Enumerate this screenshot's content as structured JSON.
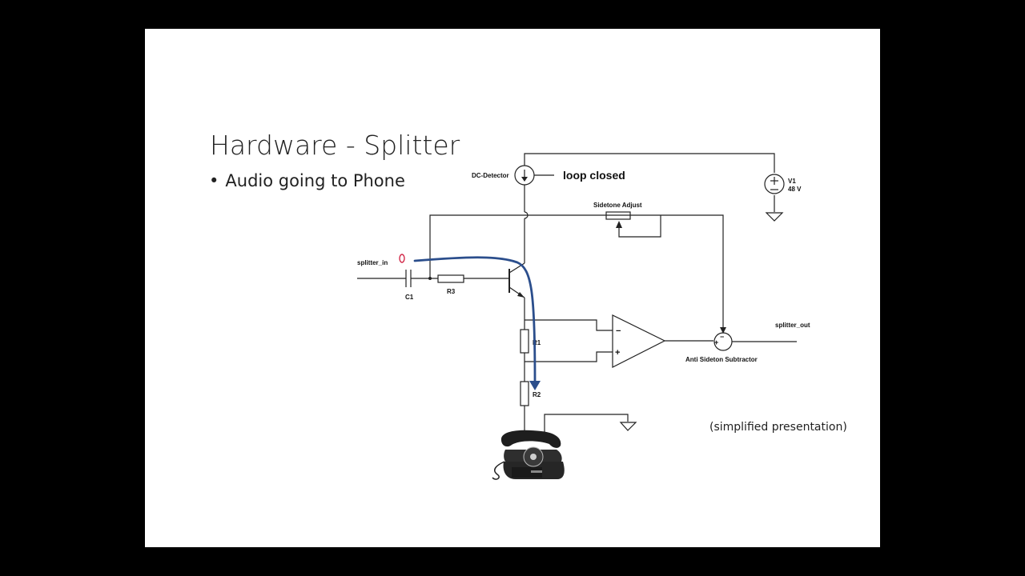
{
  "slide": {
    "title": "Hardware - Splitter",
    "bullet": "Audio going to Phone",
    "note": "(simplified presentation)"
  },
  "diagram": {
    "labels": {
      "dc_detector": "DC-Detector",
      "loop_closed": "loop closed",
      "v1": "V1",
      "v1_value": "48 V",
      "sidetone_adjust": "Sidetone Adjust",
      "splitter_in": "splitter_in",
      "splitter_out": "splitter_out",
      "c1": "C1",
      "r3": "R3",
      "r1": "R1",
      "r2": "R2",
      "anti_sidetone": "Anti Sideton Subtractor",
      "minus": "−",
      "plus": "+"
    },
    "colors": {
      "arrow": "#2b4e8c",
      "annotation": "#d22a4a"
    }
  }
}
